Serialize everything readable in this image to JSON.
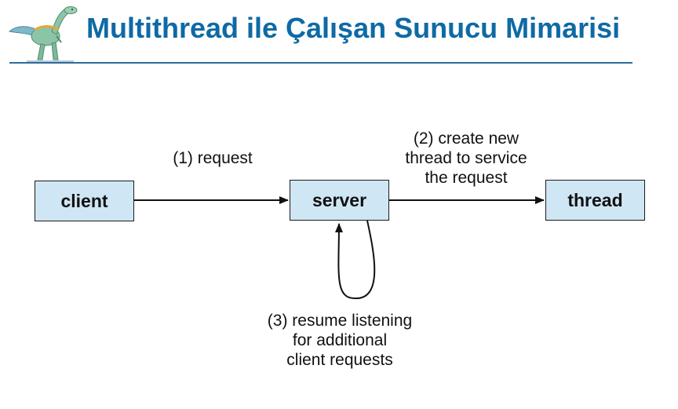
{
  "slide": {
    "title": "Multithread ile Çalışan Sunucu Mimarisi"
  },
  "logo": {
    "icon": "dinosaur-logo-icon"
  },
  "colors": {
    "title": "#0e6aa5",
    "rule": "#2b6d9c",
    "box_fill": "#cfe6f5",
    "stroke": "#111111"
  },
  "diagram": {
    "nodes": [
      {
        "id": "client",
        "label": "client"
      },
      {
        "id": "server",
        "label": "server"
      },
      {
        "id": "thread",
        "label": "thread"
      }
    ],
    "edges": [
      {
        "from": "client",
        "to": "server",
        "lines": [
          "(1) request"
        ]
      },
      {
        "from": "server",
        "to": "thread",
        "lines": [
          "(2) create new",
          "thread to service",
          "the request"
        ]
      },
      {
        "from": "server",
        "to": "server",
        "lines": [
          "(3) resume listening",
          "for additional",
          "client requests"
        ]
      }
    ]
  }
}
